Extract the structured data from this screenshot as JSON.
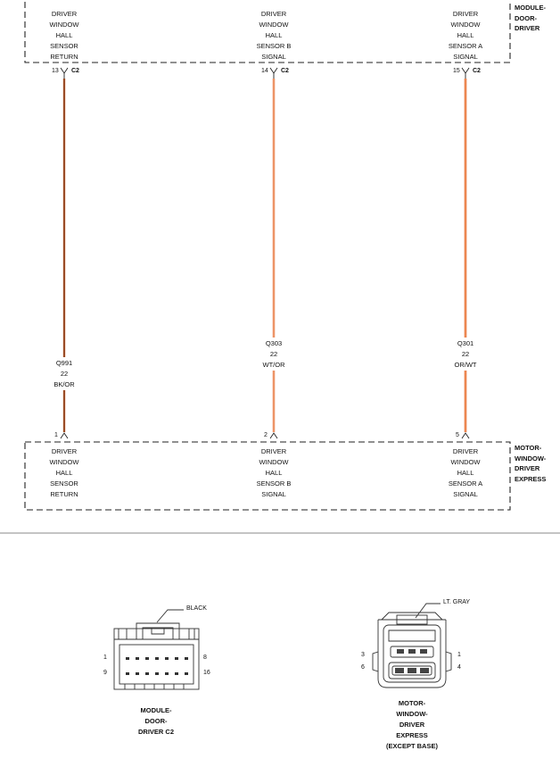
{
  "top_module": {
    "name_lines": [
      "MODULE-",
      "DOOR-",
      "DRIVER"
    ],
    "pins": [
      {
        "lines": [
          "DRIVER",
          "WINDOW",
          "HALL",
          "SENSOR",
          "RETURN"
        ],
        "pin": "13",
        "conn": "C2"
      },
      {
        "lines": [
          "DRIVER",
          "WINDOW",
          "HALL",
          "SENSOR B",
          "SIGNAL"
        ],
        "pin": "14",
        "conn": "C2"
      },
      {
        "lines": [
          "DRIVER",
          "WINDOW",
          "HALL",
          "SENSOR A",
          "SIGNAL"
        ],
        "pin": "15",
        "conn": "C2"
      }
    ]
  },
  "wires": [
    {
      "circuit": "Q991",
      "gauge": "22",
      "color": "BK/OR",
      "stripe_base": "#222222",
      "stripe_tracer": "#e8692b"
    },
    {
      "circuit": "Q303",
      "gauge": "22",
      "color": "WT/OR",
      "stripe_base": "#d9d9d9",
      "stripe_tracer": "#e8692b"
    },
    {
      "circuit": "Q301",
      "gauge": "22",
      "color": "OR/WT",
      "stripe_base": "#e8692b",
      "stripe_tracer": "#f3c6a8"
    }
  ],
  "bottom_module": {
    "name_lines": [
      "MOTOR-",
      "WINDOW-",
      "DRIVER",
      "EXPRESS"
    ],
    "pins": [
      {
        "lines": [
          "DRIVER",
          "WINDOW",
          "HALL",
          "SENSOR",
          "RETURN"
        ],
        "pin": "1"
      },
      {
        "lines": [
          "DRIVER",
          "WINDOW",
          "HALL",
          "SENSOR B",
          "SIGNAL"
        ],
        "pin": "2"
      },
      {
        "lines": [
          "DRIVER",
          "WINDOW",
          "HALL",
          "SENSOR A",
          "SIGNAL"
        ],
        "pin": "5"
      }
    ]
  },
  "connector_c2": {
    "color_label": "BLACK",
    "pin_labels": {
      "top_left": "1",
      "top_right": "8",
      "bottom_left": "9",
      "bottom_right": "16"
    },
    "caption_lines": [
      "MODULE-",
      "DOOR-",
      "DRIVER C2"
    ]
  },
  "connector_motor": {
    "color_label": "LT. GRAY",
    "pin_labels": {
      "left_top": "3",
      "left_bottom": "6",
      "right_top": "1",
      "right_bottom": "4"
    },
    "caption_lines": [
      "MOTOR-",
      "WINDOW-",
      "DRIVER",
      "EXPRESS",
      "(EXCEPT BASE)"
    ]
  }
}
